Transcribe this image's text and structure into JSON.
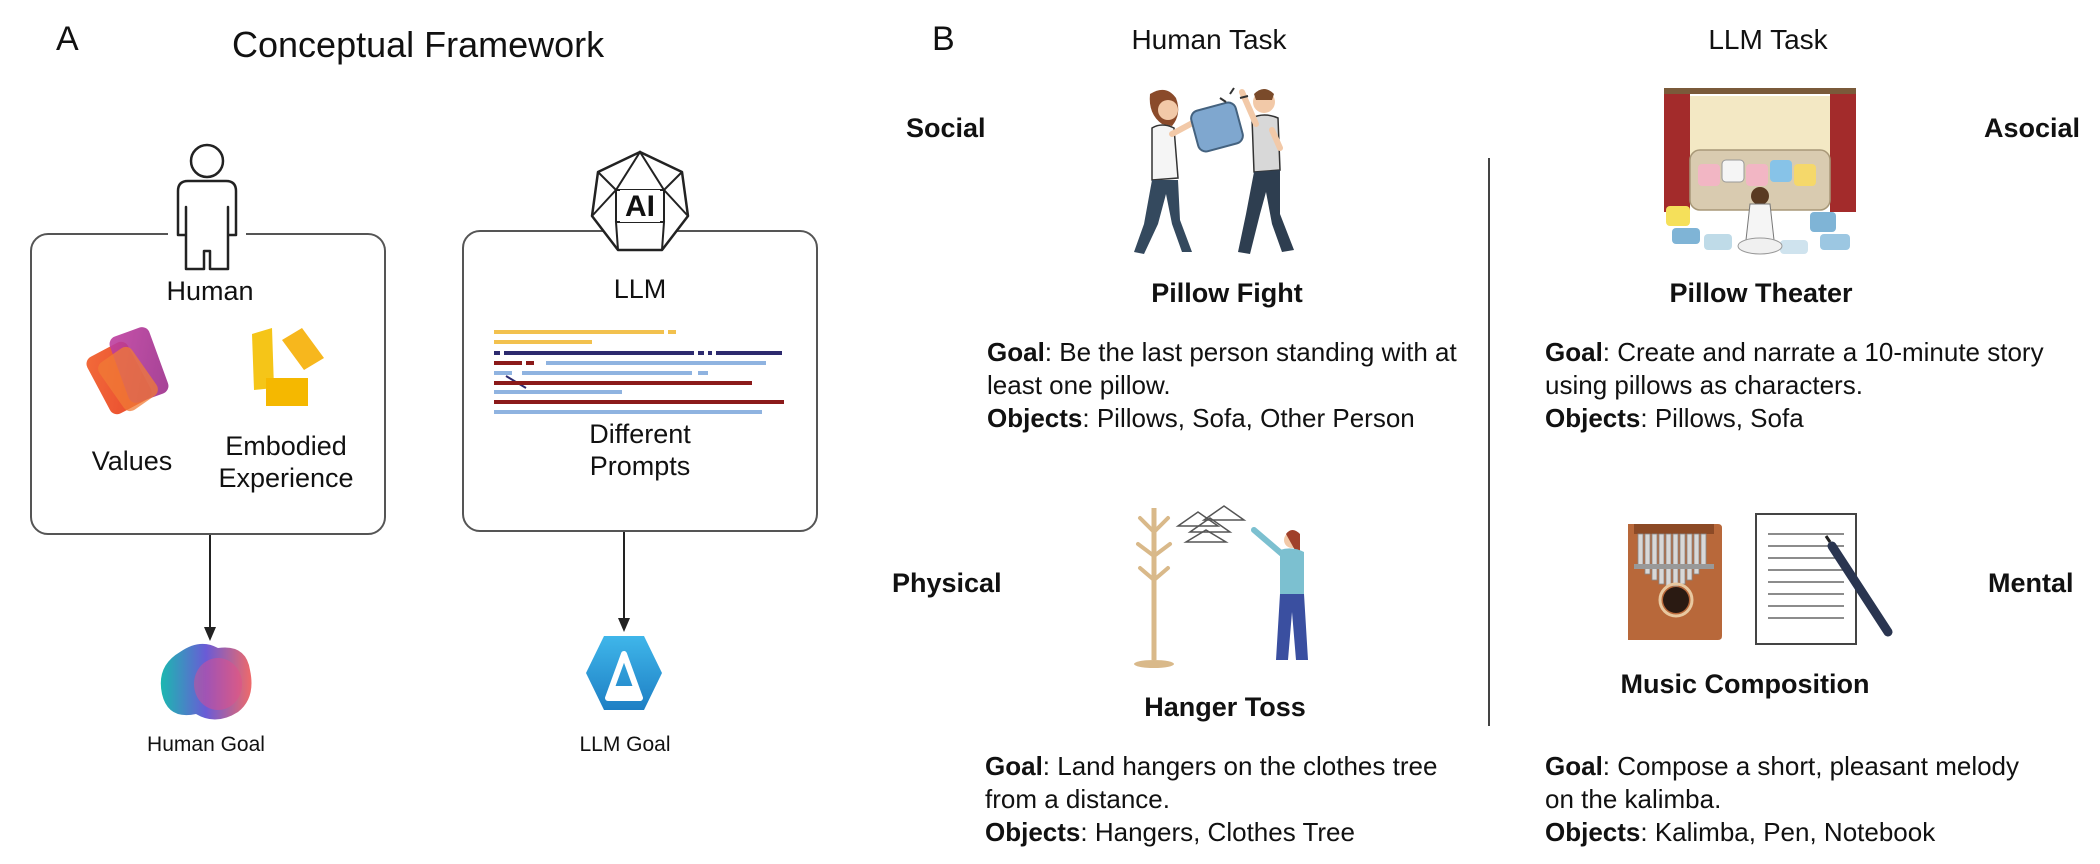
{
  "panel_a": {
    "letter": "A",
    "title": "Conceptual Framework",
    "human": {
      "label": "Human",
      "components": [
        "Values",
        "Embodied Experience"
      ],
      "goal": "Human Goal"
    },
    "llm": {
      "icon_text": "AI",
      "label": "LLM",
      "component": "Different Prompts",
      "goal": "LLM Goal"
    }
  },
  "panel_b": {
    "letter": "B",
    "columns": [
      "Human Task",
      "LLM Task"
    ],
    "axes": {
      "top_left": "Social",
      "top_right": "Asocial",
      "bottom_left": "Physical",
      "bottom_right": "Mental"
    },
    "tasks": [
      {
        "title": "Pillow Fight",
        "goal_label": "Goal",
        "goal": "Be the last person standing with at least one pillow.",
        "objects_label": "Objects",
        "objects": "Pillows, Sofa, Other Person",
        "icon": "pillow-fight-illustration"
      },
      {
        "title": "Pillow Theater",
        "goal_label": "Goal",
        "goal": "Create and narrate a 10-minute story using pillows as characters.",
        "objects_label": "Objects",
        "objects": "Pillows, Sofa",
        "icon": "pillow-theater-illustration"
      },
      {
        "title": "Hanger Toss",
        "goal_label": "Goal",
        "goal": "Land hangers on the clothes tree from a distance.",
        "objects_label": "Objects",
        "objects": "Hangers, Clothes Tree",
        "icon": "hanger-toss-illustration"
      },
      {
        "title": "Music Composition",
        "goal_label": "Goal",
        "goal": "Compose a short, pleasant melody on the kalimba.",
        "objects_label": "Objects",
        "objects": "Kalimba, Pen, Notebook",
        "icon": "kalimba-notebook-illustration"
      }
    ]
  },
  "colors": {
    "box_border": "#555555",
    "prompt_yellow": "#f2c14e",
    "prompt_navy": "#2d2a6e",
    "prompt_red": "#8b1a1a",
    "prompt_blue": "#8fb3e0",
    "llm_goal": "#2a9fd6"
  }
}
